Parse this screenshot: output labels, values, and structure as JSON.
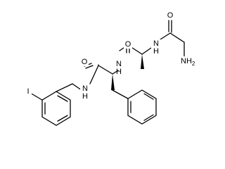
{
  "molecule": {
    "atom_labels": {
      "o_glycine": "O",
      "n_alanine": "N",
      "n_glycine_amine": "NH",
      "n_glycine_amine_h2": "2",
      "o_alanine": "O",
      "n_phenylalanine": "N",
      "o_phenylalanine": "O",
      "n_benzylamide": "N",
      "iodine": "I"
    },
    "implicit_hydrogens": {
      "n_alanine": "H",
      "n_phenylalanine": "H",
      "n_benzylamide": "H"
    },
    "colors": {
      "bond": "#000000",
      "label": "#000000",
      "background": "#ffffff"
    }
  }
}
